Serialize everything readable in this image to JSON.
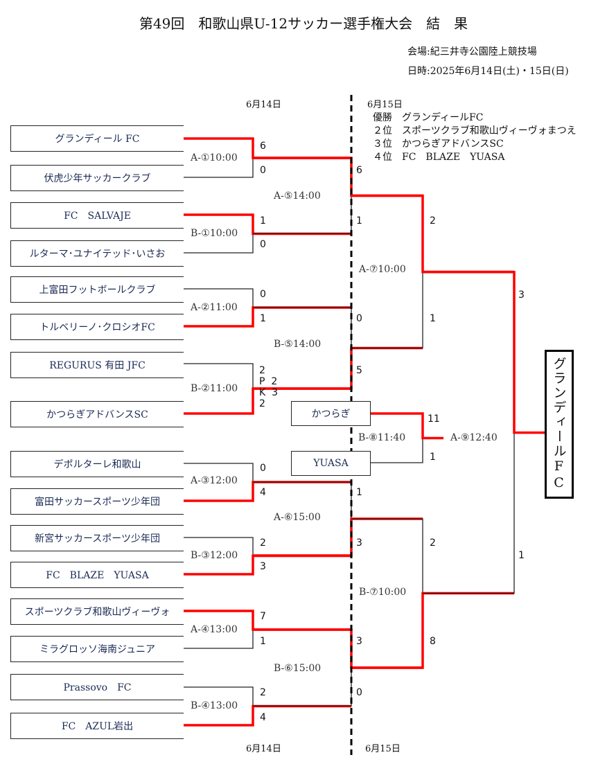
{
  "title": "第49回　和歌山県U-12サッカー選手権大会　結　果",
  "venue": "会場:紀三井寺公園陸上競技場",
  "dates": "日時:2025年6月14日(土)・15日(日)",
  "day1_label": "6月14日",
  "day2_label": "6月15日",
  "results": [
    "優勝　グランディールFC",
    "２位　スポーツクラブ和歌山ヴィーヴォまつえ",
    "３位　かつらぎアドバンスSC",
    "４位　FC　BLAZE　YUASA"
  ],
  "teams": [
    "グランディール FC",
    "伏虎少年サッカークラブ",
    "FC　SALVAJE",
    "ルターマ･ユナイテッド･いさお",
    "上富田フットボールクラブ",
    "トルベリーノ･クロシオFC",
    "REGURUS 有田 JFC",
    "かつらぎアドバンスSC",
    "デポルターレ和歌山",
    "富田サッカースポーツ少年団",
    "新宮サッカースポーツ少年団",
    "FC　BLAZE　YUASA",
    "スポーツクラブ和歌山ヴィーヴォ",
    "ミラグロッソ海南ジュニア",
    "Prassovo　FC",
    "FC　AZUL岩出"
  ],
  "third_place_teams": [
    "かつらぎ",
    "YUASA"
  ],
  "champion": "グランディールFC",
  "matches": [
    "A-①10:00",
    "B-①10:00",
    "A-②11:00",
    "B-②11:00",
    "A-③12:00",
    "B-③12:00",
    "A-④13:00",
    "B-④13:00",
    "A-⑤14:00",
    "B-⑤14:00",
    "A-⑥15:00",
    "B-⑥15:00",
    "A-⑦10:00",
    "B-⑦10:00",
    "B-⑧11:40",
    "A-⑨12:40"
  ],
  "scores": [
    "6",
    "0",
    "1",
    "0",
    "0",
    "1",
    "2",
    "2",
    "0",
    "4",
    "2",
    "3",
    "7",
    "1",
    "2",
    "4",
    "6",
    "1",
    "0",
    "5",
    "1",
    "3",
    "3",
    "0",
    "2",
    "1",
    "2",
    "8",
    "3",
    "1",
    "11",
    "1"
  ],
  "pk": {
    "p": "P",
    "k": "K",
    "a": "2",
    "b": "3"
  },
  "colors": {
    "winner_line": "#ff0000",
    "line": "#222222"
  }
}
